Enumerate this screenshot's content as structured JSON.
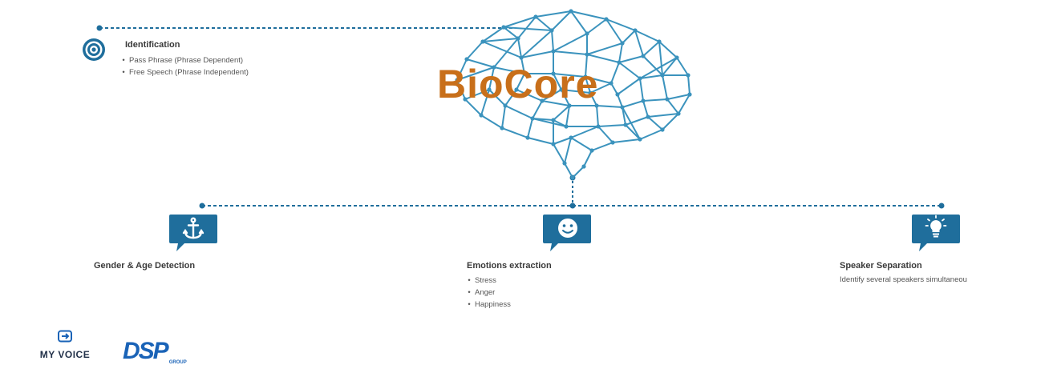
{
  "brand": {
    "name": "BioCore"
  },
  "identification": {
    "title": "Identification",
    "bullets": [
      "Pass Phrase (Phrase Dependent)",
      "Free Speech (Phrase Independent)"
    ]
  },
  "features": [
    {
      "title": "Gender & Age Detection",
      "icon": "anchor-icon"
    },
    {
      "title": "Emotions extraction",
      "icon": "smiley-icon",
      "bullets": [
        "Stress",
        "Anger",
        "Happiness"
      ]
    },
    {
      "title": "Speaker Separation",
      "icon": "lightbulb-icon",
      "description": "Identify several speakers simultaneou"
    }
  ],
  "logos": {
    "myvoice": "MY VOICE",
    "dsp": "DSP",
    "dsp_sub": "GROUP"
  },
  "colors": {
    "accent": "#1f6e9c",
    "brand_text": "#c86f1a",
    "brain_lines": "#3b93bd"
  }
}
